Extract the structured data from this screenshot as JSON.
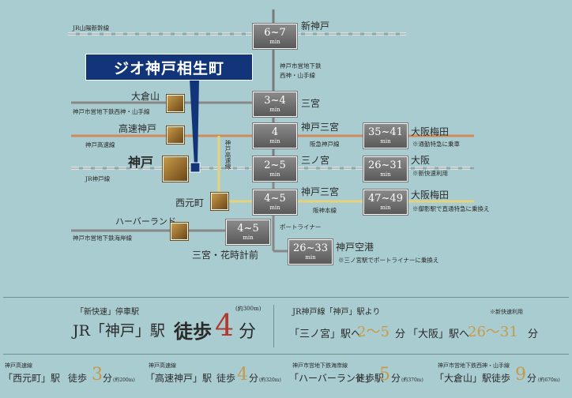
{
  "header": {
    "title": "ジオ神戸相生町"
  },
  "lines": {
    "sanyo_shinkansen": "JR山陽新幹線",
    "jr_kobe": "JR神戸線",
    "subway_yamate": "神戸市営地下鉄西神・山手線",
    "kosoku_kobe": "神戸高速線",
    "subway_kaigan": "神戸市営地下鉄海岸線",
    "kosoku_vertical": "神戸高速線",
    "port_liner": "ポートライナー",
    "subway_note": "神戸市営地下鉄",
    "subway_note2": "西神・山手線",
    "hankyu": "阪急神戸線",
    "hanshin": "阪神本線"
  },
  "origins": [
    {
      "name": "大倉山"
    },
    {
      "name": "高速神戸"
    },
    {
      "name": "神戸"
    },
    {
      "name": "西元町"
    },
    {
      "name": "ハーバーランド"
    }
  ],
  "routes": [
    {
      "time": "6~7",
      "unit": "min",
      "dest": "新神戸"
    },
    {
      "time": "3~4",
      "unit": "min",
      "dest": "三宮"
    },
    {
      "time": "4",
      "unit": "min",
      "dest": "神戸三宮"
    },
    {
      "time": "2~5",
      "unit": "min",
      "dest": "三ノ宮"
    },
    {
      "time": "4~5",
      "unit": "min",
      "dest": "神戸三宮"
    },
    {
      "time": "4~5",
      "unit": "min",
      "dest": "三宮・花時計前"
    },
    {
      "time": "26~33",
      "unit": "min",
      "dest": "神戸空港",
      "note": "※三ノ宮駅でポートライナーに乗換え"
    },
    {
      "time": "35~41",
      "unit": "min",
      "dest": "大阪梅田",
      "note": "※通勤特急に乗車"
    },
    {
      "time": "26~31",
      "unit": "min",
      "dest": "大阪",
      "note": "※新快速利用"
    },
    {
      "time": "47~49",
      "unit": "min",
      "dest": "大阪梅田",
      "note": "※御影駅で直通特急に乗換え"
    }
  ],
  "bottom": {
    "main_caption": "「新快速」停車駅",
    "main_station": "JR「神戸」駅",
    "main_walk": "徒歩",
    "main_minutes": "4",
    "main_unit": "分",
    "main_dist": "(約300m)",
    "right_caption": "JR神戸線「神戸」駅より",
    "right_note": "※新快速利用",
    "right_sannomiya": "「三ノ宮」駅へ",
    "right_sannomiya_time": "2～5",
    "right_osaka": "「大阪」駅へ",
    "right_osaka_time": "26～31",
    "right_unit": "分",
    "stations": [
      {
        "line": "神戸高速線",
        "name": "「西元町」駅",
        "walk": "徒歩",
        "min": "3",
        "unit": "分",
        "dist": "(約200m)"
      },
      {
        "line": "神戸高速線",
        "name": "「高速神戸」駅",
        "walk": "徒歩",
        "min": "4",
        "unit": "分",
        "dist": "(約320m)"
      },
      {
        "line": "神戸市営地下鉄海岸線",
        "name": "「ハーバーランド」駅",
        "walk": "徒歩",
        "min": "5",
        "unit": "分",
        "dist": "(約370m)"
      },
      {
        "line": "神戸市営地下鉄西神・山手線",
        "name": "「大倉山」駅",
        "walk": "徒歩",
        "min": "9",
        "unit": "分",
        "dist": "(約670m)"
      }
    ]
  },
  "colors": {
    "background": "#a9ccd0",
    "title_bg": "#12357a",
    "accent_red": "#b4382e",
    "accent_orange": "#c79a4a"
  }
}
